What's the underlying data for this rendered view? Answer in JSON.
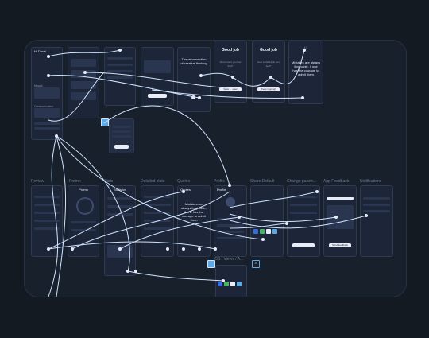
{
  "frame_labels": {
    "reviews": "Review",
    "promo": "Promo",
    "stats": "Stats",
    "detailed_stats": "Detailed stats",
    "quotes": "Quotes",
    "profile": "Profile",
    "share_default": "Share Default",
    "change_password": "Change passw...",
    "app_feedback": "App Feedback",
    "notifications": "Notifications",
    "ios_views": "iOS / Views / A..."
  },
  "home": {
    "greeting": "Hi Dave!",
    "mood_label": "Moods",
    "communication_label": "Communication"
  },
  "meditation": {
    "title": "The reconnection of creative thinking"
  },
  "good_job_1": {
    "title": "Good job",
    "subtitle": "What made you feel that?",
    "cta": "Save answer"
  },
  "good_job_2": {
    "title": "Good job",
    "subtitle": "How satisfied do you feel?",
    "cta": "Keep it going!"
  },
  "quote_main": {
    "mark": "“",
    "text": "Mistakes are always forgivable, if one has the courage to admit them"
  },
  "quote_secondary": {
    "title": "Quotes",
    "text": "Mistakes are always forgivable, if one has the courage to admit them"
  },
  "promo": {
    "title": "Promo"
  },
  "stats": {
    "title": "Statistics"
  },
  "profile": {
    "title": "Profile"
  },
  "app_feedback": {
    "cta": "Send feedback"
  },
  "colors": {
    "background": "#141a22",
    "canvas": "#18202b",
    "screen": "#1d2538",
    "wire": "#cfe3ff",
    "selection": "#5fa8e6"
  }
}
